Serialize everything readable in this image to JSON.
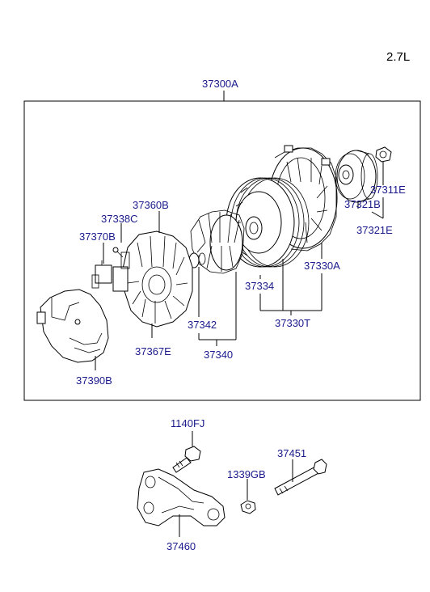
{
  "engine": "2.7L",
  "labels": {
    "assembly": "37300A",
    "brush_holder": "37360B",
    "screw_38": "37338C",
    "cap_70": "37370B",
    "rectifier": "37367E",
    "cover": "37390B",
    "rotor_shaft": "37342",
    "rotor": "37340",
    "bearing": "37334",
    "stator_group": "37330T",
    "front_housing": "37330A",
    "nut": "37311E",
    "pulley_b": "37321B",
    "pulley_e": "37321E",
    "bolt_1140": "1140FJ",
    "nut_1339": "1339GB",
    "long_bolt": "37451",
    "bracket": "37460"
  }
}
